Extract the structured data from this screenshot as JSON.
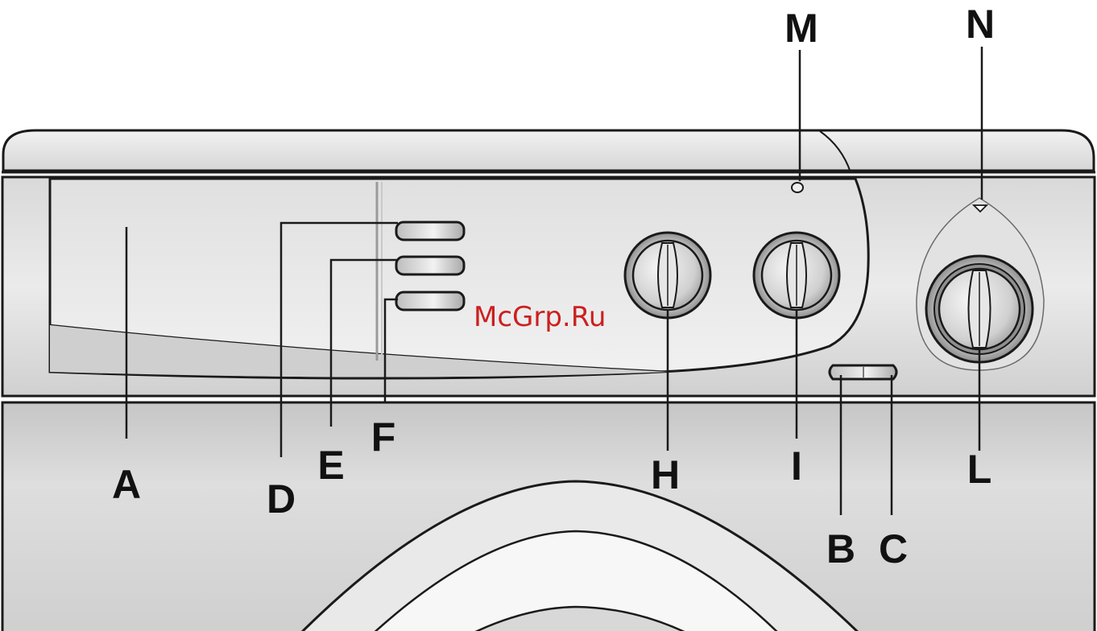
{
  "watermark": "McGrp.Ru",
  "labels": {
    "A": "A",
    "B": "B",
    "C": "C",
    "D": "D",
    "E": "E",
    "F": "F",
    "H": "H",
    "I": "I",
    "L": "L",
    "M": "M",
    "N": "N"
  },
  "colors": {
    "outline": "#1a1a1a",
    "panel": "#e4e4e4",
    "body": "#d3d3d3",
    "label": "#111111",
    "watermark": "#cc1f1f"
  }
}
